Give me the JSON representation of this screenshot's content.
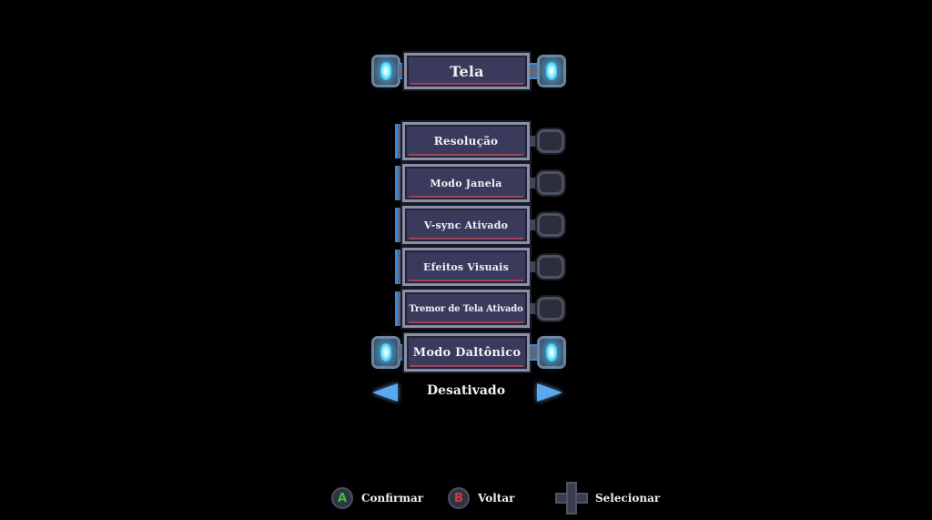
{
  "header": {
    "title": "Tela"
  },
  "options": [
    {
      "label": "Resolução"
    },
    {
      "label": "Modo Janela"
    },
    {
      "label": "V-sync Ativado"
    },
    {
      "label": "Efeitos Visuais"
    },
    {
      "label": "Tremor de Tela Ativado"
    }
  ],
  "selector": {
    "label": "Modo Daltônico",
    "value": "Desativado"
  },
  "hints": {
    "a_key": "A",
    "confirm": "Confirmar",
    "b_key": "B",
    "back": "Voltar",
    "select": "Selecionar"
  },
  "colors": {
    "background": "#000000",
    "panel": "#3a3a5c",
    "panel_border": "#8890a8",
    "accent_blue": "#2f8ee0",
    "glow": "#3bc8f0",
    "a_button": "#3fbf3f",
    "b_button": "#d83a3a"
  },
  "icons": {
    "gem": "glowing-crystal-icon",
    "left_arrow": "left-arrow-icon",
    "right_arrow": "right-arrow-icon",
    "dpad": "dpad-icon"
  }
}
